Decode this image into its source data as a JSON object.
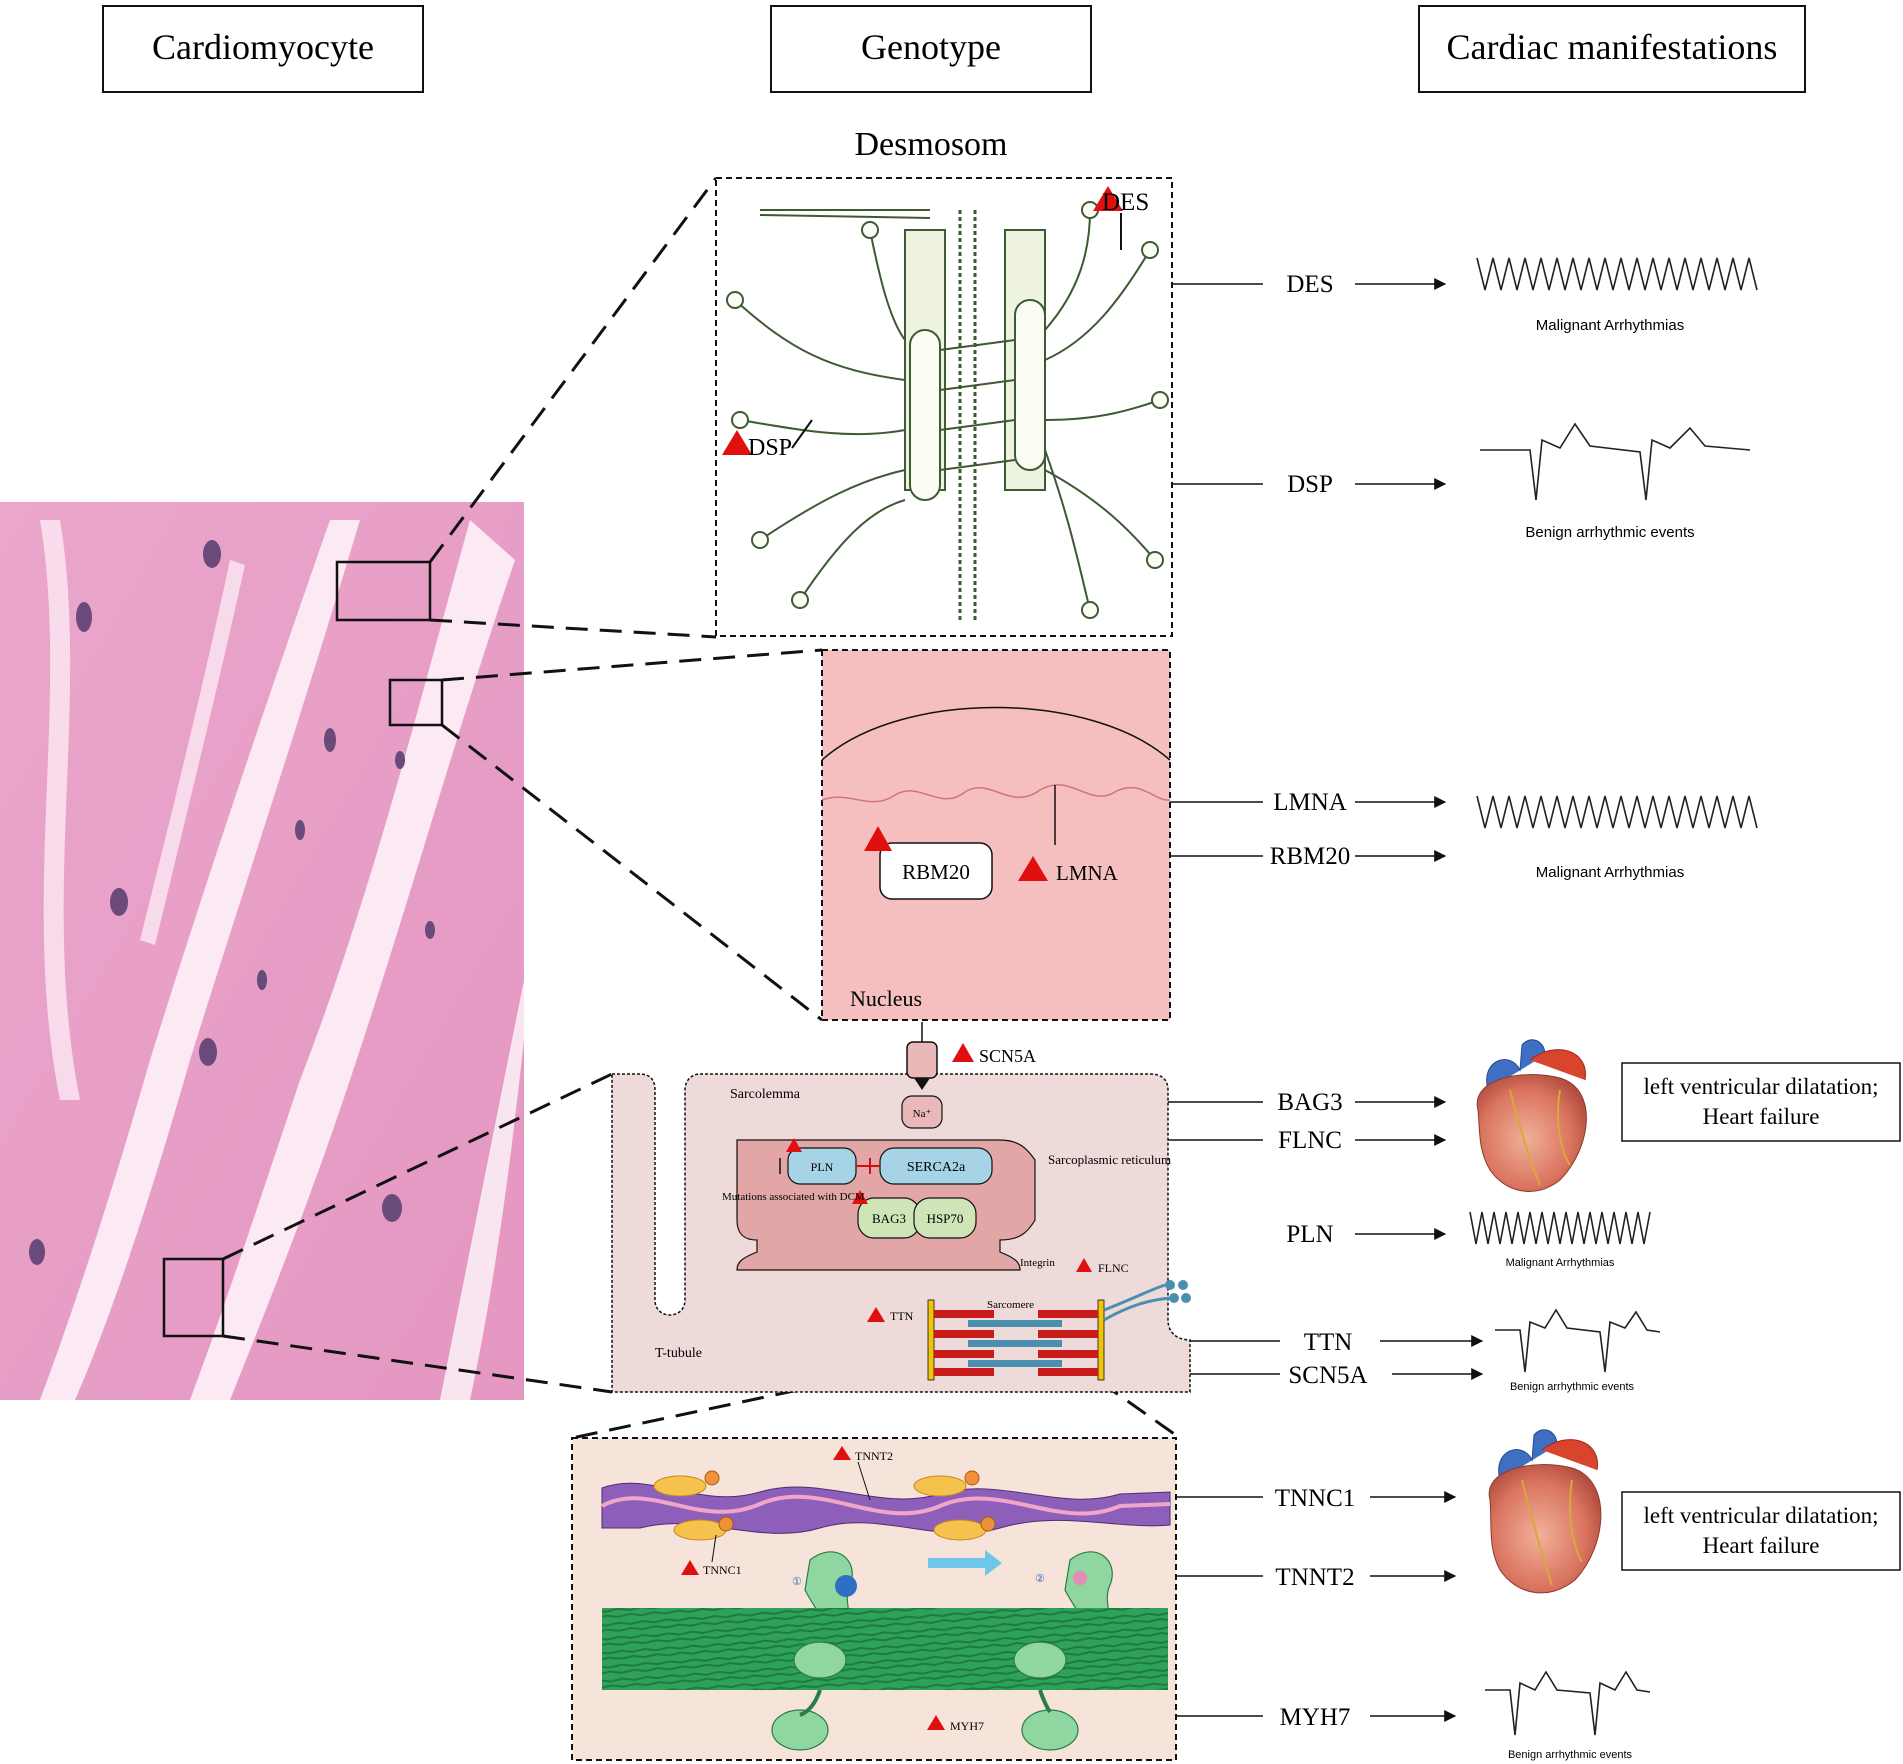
{
  "headers": {
    "cardiomyocyte": "Cardiomyocyte",
    "genotype": "Genotype",
    "cardiac_manifestations": "Cardiac manifestations"
  },
  "desmosome": {
    "title": "Desmosom",
    "markers": [
      "DES",
      "DSP"
    ]
  },
  "nucleus": {
    "label": "Nucleus",
    "markers": [
      "RBM20",
      "LMNA"
    ]
  },
  "sarcolemma": {
    "channel_marker": "SCN5A",
    "sodium": "Na⁺",
    "label": "Sarcolemma",
    "t_tubule": "T-tubule",
    "pln": "PLN",
    "serca": "SERCA2a",
    "sr_label": "Sarcoplasmic reticulum",
    "mutations_note": "Mutations associated with DCM",
    "bag3": "BAG3",
    "hsp70": "HSP70",
    "integrin": "Integrin",
    "flnc": "FLNC",
    "ttn": "TTN",
    "sarcomere": "Sarcomere"
  },
  "thin_filament": {
    "tnnt2": "TNNT2",
    "tnnc1": "TNNC1",
    "myh7": "MYH7",
    "step1": "①",
    "step2": "②"
  },
  "rows": [
    {
      "gene": "DES"
    },
    {
      "gene": "DSP"
    },
    {
      "gene": "LMNA"
    },
    {
      "gene": "RBM20"
    },
    {
      "gene": "BAG3"
    },
    {
      "gene": "FLNC"
    },
    {
      "gene": "PLN"
    },
    {
      "gene": "TTN"
    },
    {
      "gene": "SCN5A"
    },
    {
      "gene": "TNNC1"
    },
    {
      "gene": "TNNT2"
    },
    {
      "gene": "MYH7"
    }
  ],
  "manifestations": {
    "malignant": "Malignant Arrhythmias",
    "benign": "Benign arrhythmic events",
    "dilatation_line1": "left ventricular dilatation;",
    "dilatation_line2": "Heart failure"
  },
  "colors": {
    "mutation_marker": "#e01010",
    "histology_pink": "#e9a2c8",
    "nucleus_fill": "#f6bfbf",
    "sarcolemma_fill": "#efdada",
    "thin_filament_bg": "#f6e3da"
  }
}
